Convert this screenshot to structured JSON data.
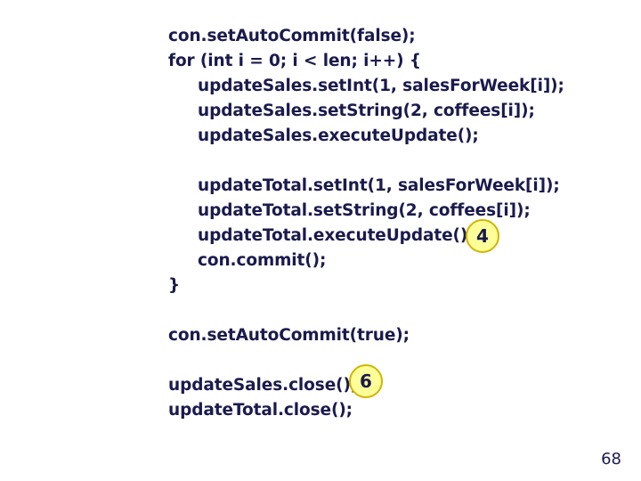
{
  "slide": {
    "page_number": "68",
    "background_color": "#ffffff",
    "text_color": "#1a1a4d",
    "code_lines": [
      {
        "text": "con.setAutoCommit(false);",
        "indent": 0
      },
      {
        "text": "for (int i = 0; i < len; i++) {",
        "indent": 0
      },
      {
        "text": "updateSales.setInt(1, salesForWeek[i]);",
        "indent": 1
      },
      {
        "text": "updateSales.setString(2, coffees[i]);",
        "indent": 1
      },
      {
        "text": "updateSales.executeUpdate();",
        "indent": 1
      },
      {
        "text": "",
        "indent": 0
      },
      {
        "text": "updateTotal.setInt(1, salesForWeek[i]);",
        "indent": 1
      },
      {
        "text": "updateTotal.setString(2, coffees[i]);",
        "indent": 1
      },
      {
        "text": "updateTotal.executeUpdate();",
        "indent": 1
      },
      {
        "text": "con.commit();",
        "indent": 1
      },
      {
        "text": "}",
        "indent": 0
      },
      {
        "text": "",
        "indent": 0
      },
      {
        "text": "con.setAutoCommit(true);",
        "indent": 0
      },
      {
        "text": "",
        "indent": 0
      },
      {
        "text": "updateSales.close();",
        "indent": 0
      },
      {
        "text": "updateTotal.close();",
        "indent": 0
      }
    ],
    "callouts": [
      {
        "label": "4",
        "fill_color": "#ffff99",
        "border_color": "#d1b500"
      },
      {
        "label": "6",
        "fill_color": "#ffff99",
        "border_color": "#d1b500"
      }
    ]
  }
}
